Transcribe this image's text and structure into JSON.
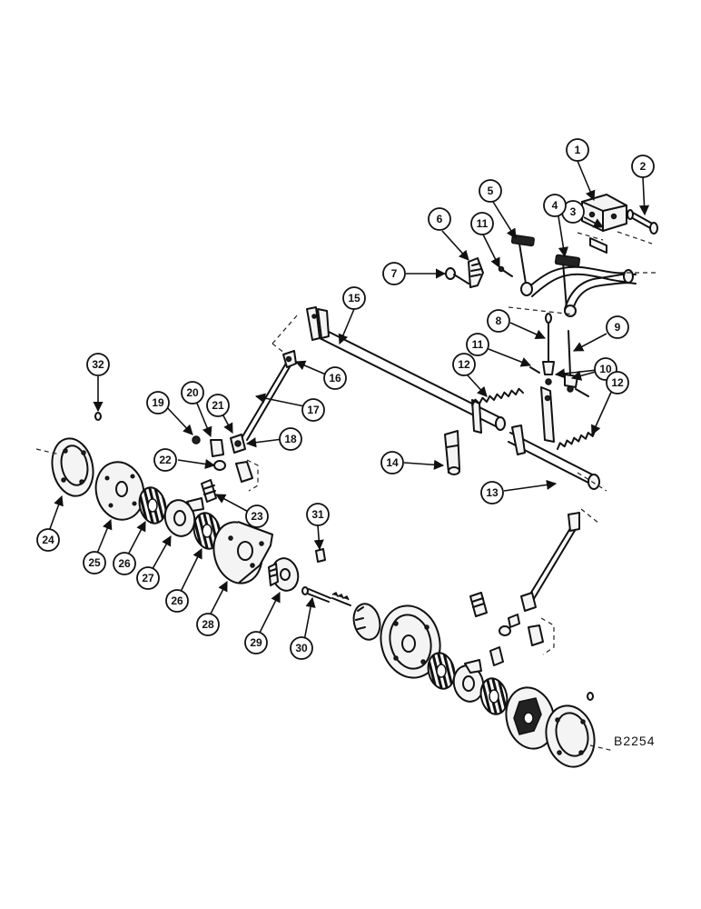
{
  "figure_code": "B2254",
  "callouts": [
    "1",
    "2",
    "3",
    "4",
    "5",
    "6",
    "7",
    "8",
    "9",
    "10",
    "11",
    "11",
    "12",
    "12",
    "13",
    "14",
    "15",
    "16",
    "17",
    "18",
    "19",
    "20",
    "21",
    "22",
    "23",
    "24",
    "25",
    "26",
    "26",
    "27",
    "28",
    "29",
    "30",
    "31",
    "32"
  ]
}
